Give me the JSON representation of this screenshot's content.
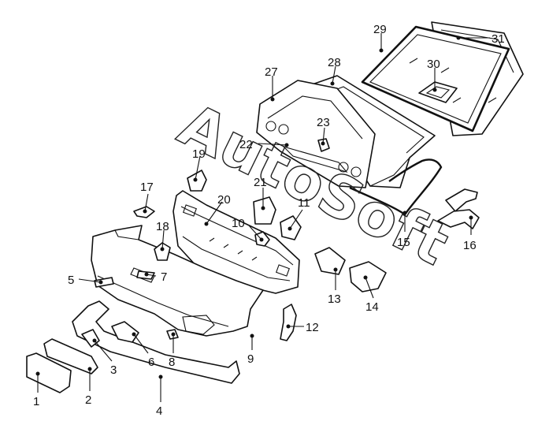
{
  "watermark": "AutoSoft",
  "callouts": {
    "c1": "1",
    "c2": "2",
    "c3": "3",
    "c4": "4",
    "c5": "5",
    "c6": "6",
    "c7": "7",
    "c8": "8",
    "c9": "9",
    "c10": "10",
    "c11": "11",
    "c12": "12",
    "c13": "13",
    "c14": "14",
    "c15": "15",
    "c16": "16",
    "c17": "17",
    "c18": "18",
    "c19": "19",
    "c20": "20",
    "c21": "21",
    "c22": "22",
    "c23": "23",
    "c27": "27",
    "c28": "28",
    "c29": "29",
    "c30": "30",
    "c31": "31"
  }
}
